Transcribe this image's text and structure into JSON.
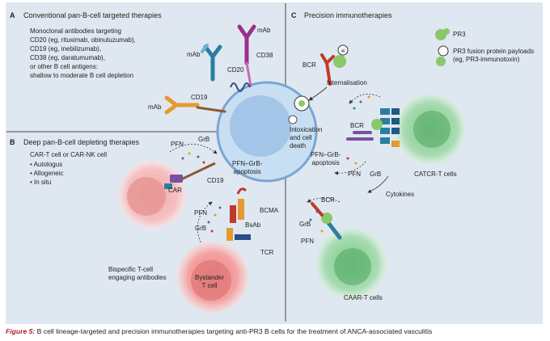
{
  "panel_a": {
    "letter": "A",
    "title": "Conventional pan-B-cell targeted therapies",
    "lines": [
      "Monoclonal antibodies targeting",
      "CD20 (eg, rituximab, obinutuzumab),",
      "CD19 (eg, inebilizumab),",
      "CD38 (eg, daratumumab),",
      "or other B cell antigens:",
      "shallow to moderate B cell depletion"
    ],
    "labels": {
      "mab1": "mAb",
      "mab2": "mAb",
      "mab3": "mAb",
      "cd20": "CD20",
      "cd38": "CD38",
      "cd19": "CD19"
    }
  },
  "panel_b": {
    "letter": "B",
    "title": "Deep pan-B-cell depleting therapies",
    "subtitle": "CAR-T cell or CAR-NK cell",
    "bullets": [
      "Autologus",
      "Allogeneic",
      "In situ"
    ],
    "labels": {
      "pfn1": "PFN",
      "grb1": "GrB",
      "car": "CAR",
      "cd19": "CD19",
      "apoptosis": "PFN–GrB-\napoptosis",
      "bcma": "BCMA",
      "pfn2": "PFN",
      "grb2": "GrB",
      "bsab": "BsAb",
      "tcr": "TCR",
      "bispecific": "Bispecific T-cell\nengaging antibodies",
      "bystander": "Bystander\nT cell"
    }
  },
  "panel_c": {
    "letter": "C",
    "title": "Precision immunotherapies",
    "legend": {
      "pr3": "PR3",
      "fusion": "PR3 fusion protein payloads\n(eg, PR3-immunotoxin)"
    },
    "labels": {
      "bcr1": "BCR",
      "internalisation": "Internalisation",
      "intoxication": "Intoxication\nand cell\ndeath",
      "bcr2": "BCR",
      "apoptosis": "PFN–GrB-\napoptosis",
      "pfn1": "PFN",
      "grb1": "GrB",
      "catcr": "CATCR-T cells",
      "cytokines": "Cytokines",
      "bcr3": "BCR",
      "grb2": "GrB",
      "pfn2": "PFN",
      "caar": "CAAR-T cells"
    }
  },
  "caption": {
    "label": "Figure 5:",
    "text": " B cell lineage-targeted and precision immunotherapies targeting anti-PR3 B cells for the treatment of ANCA-associated vasculitis"
  },
  "colors": {
    "panel_bg": "#dfe8f1",
    "bcell": "#a9cde9",
    "bcell_nucleus": "#8fb8df",
    "car_t": "#f4b4b4",
    "bystander": "#ef8f8f",
    "tcell_green": "#9fd3a8",
    "mab_orange": "#e49a2e",
    "mab_purple": "#9b2f8e",
    "mab_teal": "#2a7ea0",
    "pr3": "#8cc76a",
    "bcr_red": "#c0392b"
  }
}
